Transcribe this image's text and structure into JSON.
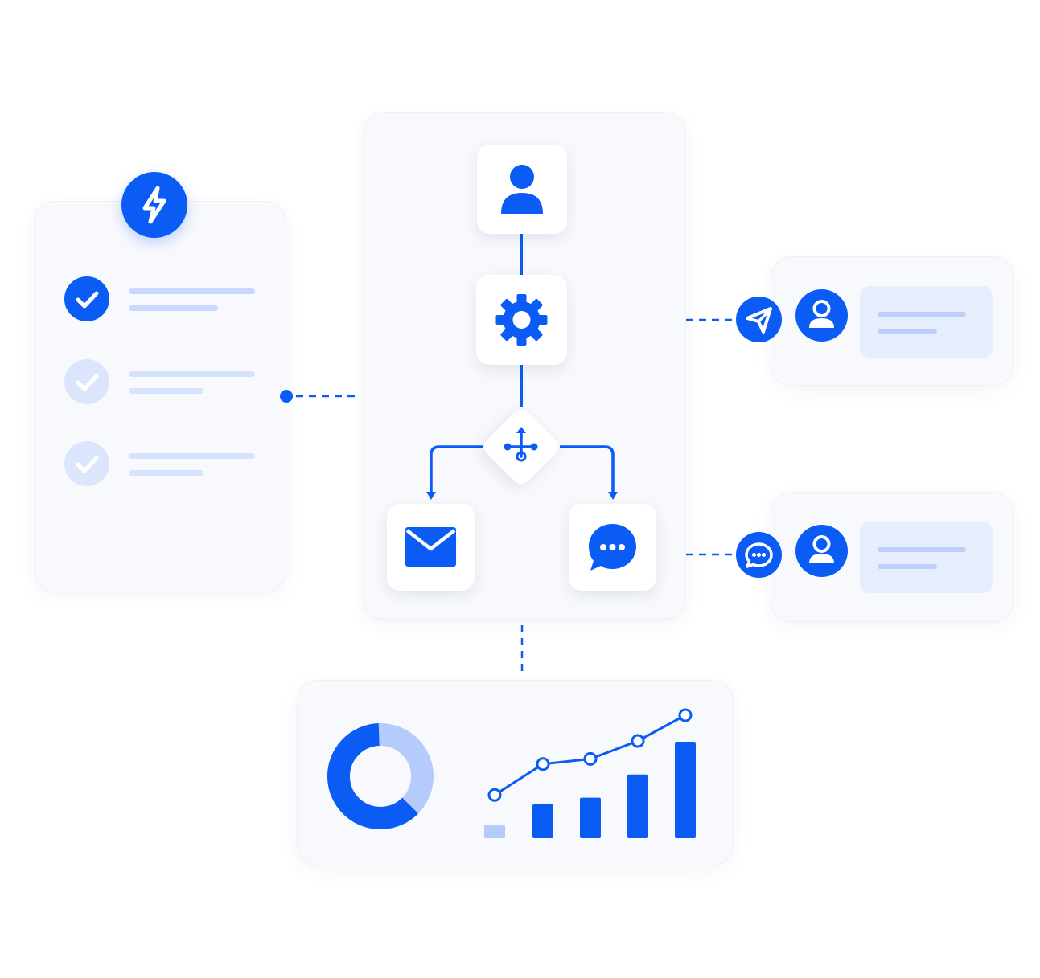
{
  "colors": {
    "accent": "#0a5cf5",
    "accent_light": "#b4cbfb",
    "accent_faint": "#dbe6fd",
    "line_light": "#c9d8fc",
    "panel_bg": "#f8f9fc",
    "chip_bg": "#e6eefe"
  },
  "icons": {
    "trigger": "lightning-icon",
    "check": "check-icon",
    "user": "user-icon",
    "gear": "gear-icon",
    "branch": "branch-icon",
    "mail": "mail-icon",
    "chat": "chat-bubble-icon",
    "send": "paper-plane-icon"
  },
  "checklist": {
    "items": [
      {
        "state": "done"
      },
      {
        "state": "pending"
      },
      {
        "state": "pending"
      }
    ]
  },
  "analytics": {
    "donut": {
      "filled_fraction": 0.62
    },
    "bars": [
      0.14,
      0.35,
      0.42,
      0.66,
      1.0
    ],
    "line_points": [
      0.38,
      0.62,
      0.66,
      0.8,
      1.0
    ]
  }
}
